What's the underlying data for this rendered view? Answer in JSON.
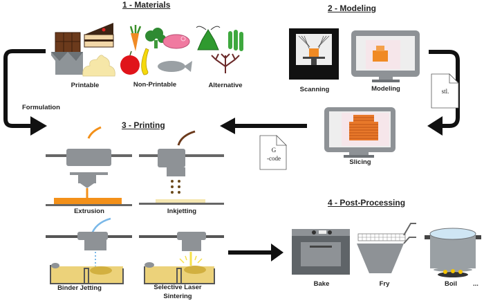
{
  "sections": {
    "materials": {
      "title": "1 -  Materials",
      "groups": [
        {
          "label": "Printable",
          "items": [
            "chocolate-bar",
            "cake-slice",
            "puree"
          ]
        },
        {
          "label": "Non-Printable",
          "items": [
            "carrot",
            "broccoli",
            "meat",
            "apple",
            "banana",
            "fish"
          ]
        },
        {
          "label": "Alternative",
          "items": [
            "insect",
            "algae",
            "fungi"
          ]
        }
      ]
    },
    "modeling": {
      "title": "2 - Modeling",
      "steps": [
        "Scanning",
        "Modeling"
      ],
      "file": "stl."
    },
    "slicing": {
      "label": "Slicing",
      "file": "G\n-code",
      "file_line1": "G",
      "file_line2": "-code"
    },
    "printing": {
      "title": "3 - Printing",
      "methods": [
        "Extrusion",
        "Inkjetting",
        "Binder Jetting",
        "Selective Laser\nSintering"
      ],
      "sls_line1": "Selective Laser",
      "sls_line2": "Sintering"
    },
    "post": {
      "title": "4 - Post-Processing",
      "methods": [
        "Bake",
        "Fry",
        "Boil"
      ],
      "more": "..."
    },
    "formulation": "Formulation"
  },
  "colors": {
    "arrow": "#111111",
    "printer_gray": "#8c8c8c",
    "extrusion_orange": "#f39019",
    "powder": "#ecd27a",
    "object_orange": "#e8782a"
  }
}
